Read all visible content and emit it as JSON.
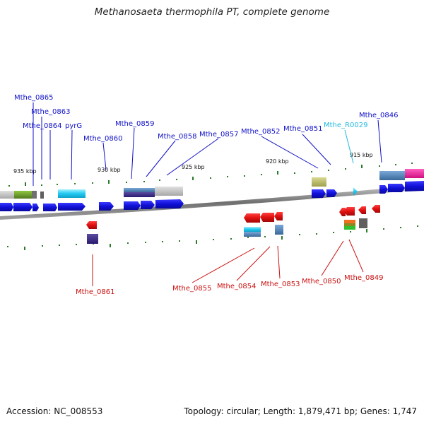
{
  "title": "Methanosaeta thermophila PT, complete genome",
  "footer": {
    "accession": "Accession: NC_008553",
    "topology": "Topology: circular; Length: 1,879,471 bp; Genes: 1,747"
  },
  "scale_labels": [
    "935 kbp",
    "930 kbp",
    "925 kbp",
    "920 kbp",
    "915 kbp"
  ],
  "plus_strand_genes": [
    "Mthe_0865",
    "Mthe_0863",
    "Mthe_0864",
    "pyrG",
    "Mthe_0860",
    "Mthe_0859",
    "Mthe_0858",
    "Mthe_0857",
    "Mthe_0852",
    "Mthe_0851",
    "Mthe_0846"
  ],
  "rna_genes": [
    "Mthe_R0029"
  ],
  "minus_strand_genes": [
    "Mthe_0861",
    "Mthe_0855",
    "Mthe_0854",
    "Mthe_0853",
    "Mthe_0850",
    "Mthe_0849"
  ],
  "colors": {
    "plus_label": "#1010c8",
    "rna_label": "#22b8e0",
    "minus_label": "#cc1010",
    "plus_cds": "#1515e0",
    "minus_cds": "#ee1111",
    "backbone": "#808080",
    "tick": "#2a7a2a"
  }
}
